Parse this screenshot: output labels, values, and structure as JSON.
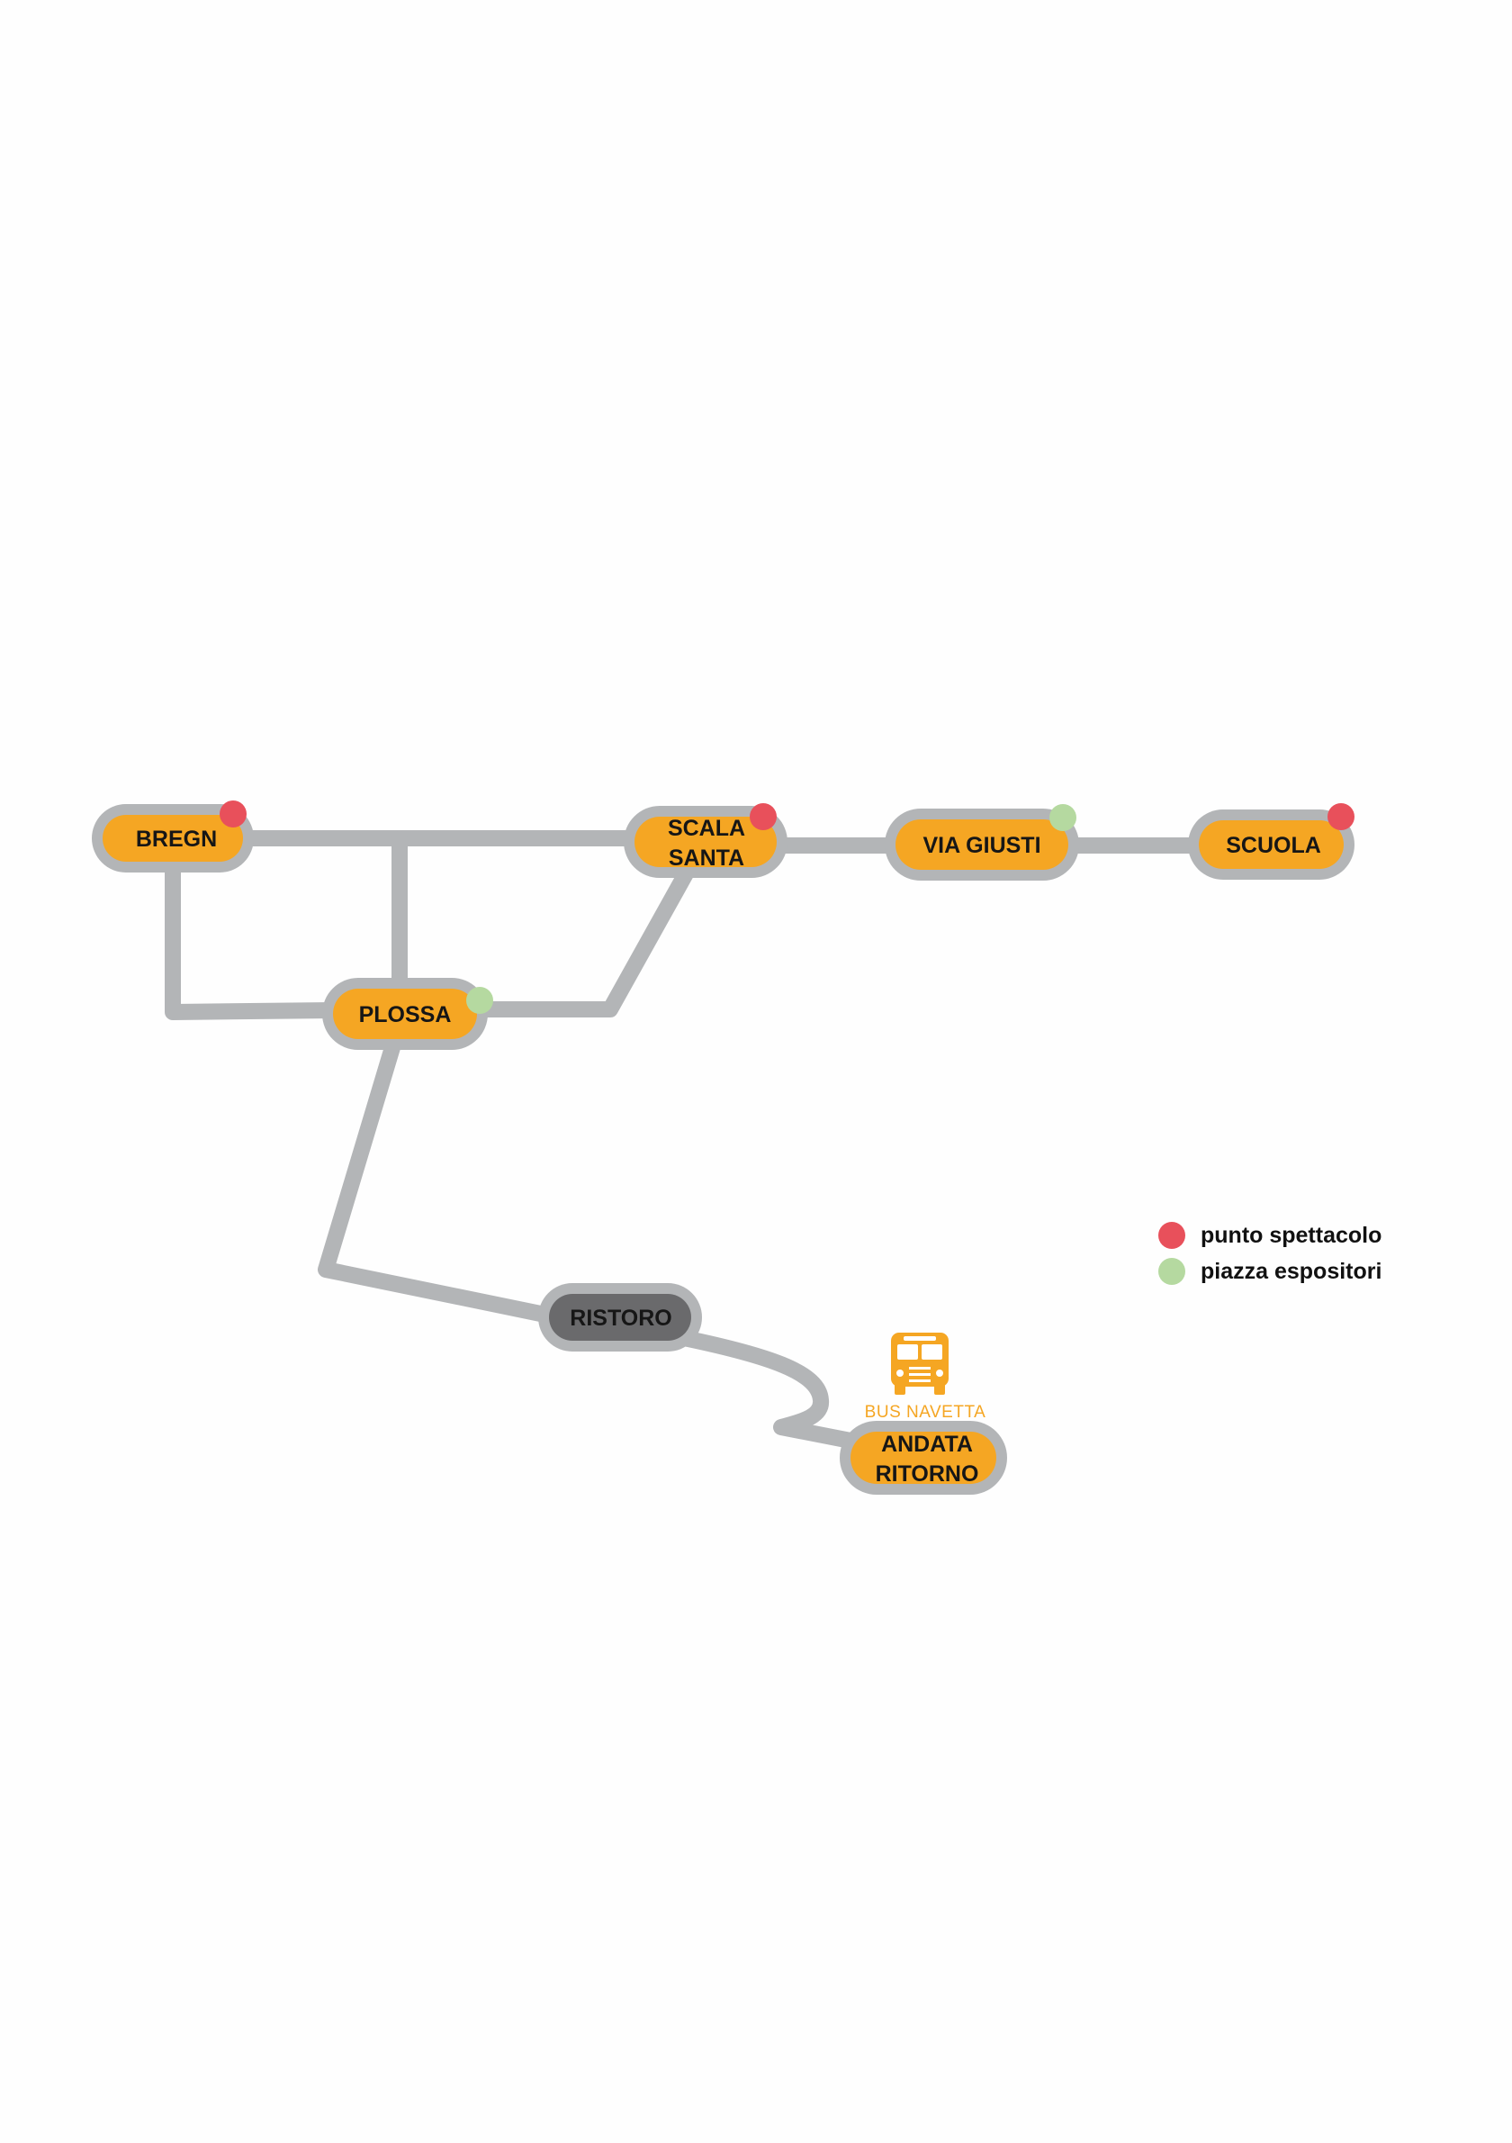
{
  "colors": {
    "route": "#b3b5b7",
    "station_fill": "#f5a623",
    "ristoro_fill": "#6a6a6c",
    "punto_spettacolo": "#e8505b",
    "piazza_espositori": "#b5d9a0",
    "bus": "#f5a623"
  },
  "stations": {
    "bregn": {
      "label": "BREGN",
      "marker": "punto spettacolo"
    },
    "scala_santa": {
      "label_line1": "SCALA",
      "label_line2": "SANTA",
      "marker": "punto spettacolo"
    },
    "via_giusti": {
      "label": "VIA GIUSTI",
      "marker": "piazza espositori"
    },
    "scuola": {
      "label": "SCUOLA",
      "marker": "punto spettacolo"
    },
    "plossa": {
      "label": "PLOSSA",
      "marker": "piazza espositori"
    },
    "ristoro": {
      "label": "RISTORO"
    },
    "andata_ritorno": {
      "label_line1": "ANDATA",
      "label_line2": "RITORNO"
    }
  },
  "bus": {
    "icon": "bus-icon",
    "caption": "BUS NAVETTA"
  },
  "legend": {
    "items": [
      {
        "label": "punto spettacolo",
        "color": "#e8505b"
      },
      {
        "label": "piazza espositori",
        "color": "#b5d9a0"
      }
    ]
  }
}
